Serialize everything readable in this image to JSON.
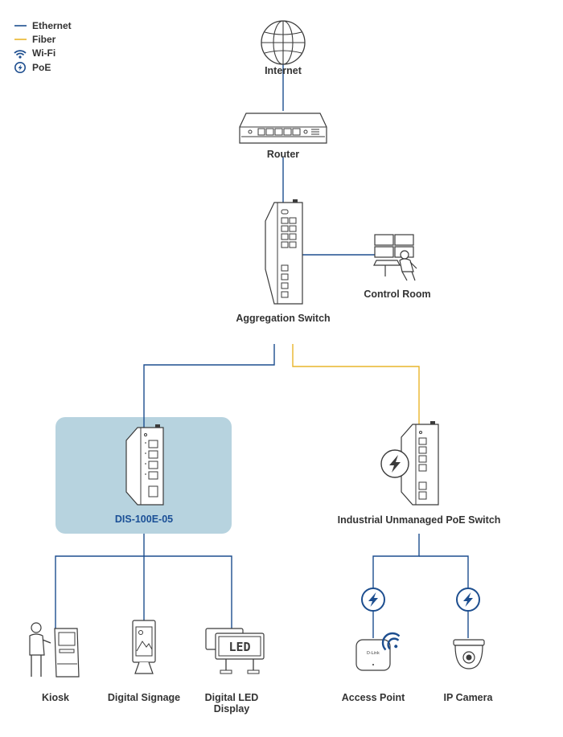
{
  "legend": {
    "ethernet": "Ethernet",
    "fiber": "Fiber",
    "wifi": "Wi-Fi",
    "poe": "PoE"
  },
  "nodes": {
    "internet": "Internet",
    "router": "Router",
    "aggregation_switch": "Aggregation Switch",
    "control_room": "Control Room",
    "dis_switch": "DIS-100E-05",
    "poe_switch": "Industrial Unmanaged PoE Switch",
    "kiosk": "Kiosk",
    "digital_signage": "Digital Signage",
    "digital_led_line1": "Digital LED",
    "digital_led_line2": "Display",
    "access_point": "Access Point",
    "ip_camera": "IP Camera",
    "led_screen_text": "LED",
    "ap_brand": "D-Link"
  },
  "colors": {
    "ethernet": "#1d4e8f",
    "fiber": "#e9b52b",
    "highlight": "#b7d3df",
    "accent": "#1a4f96"
  }
}
